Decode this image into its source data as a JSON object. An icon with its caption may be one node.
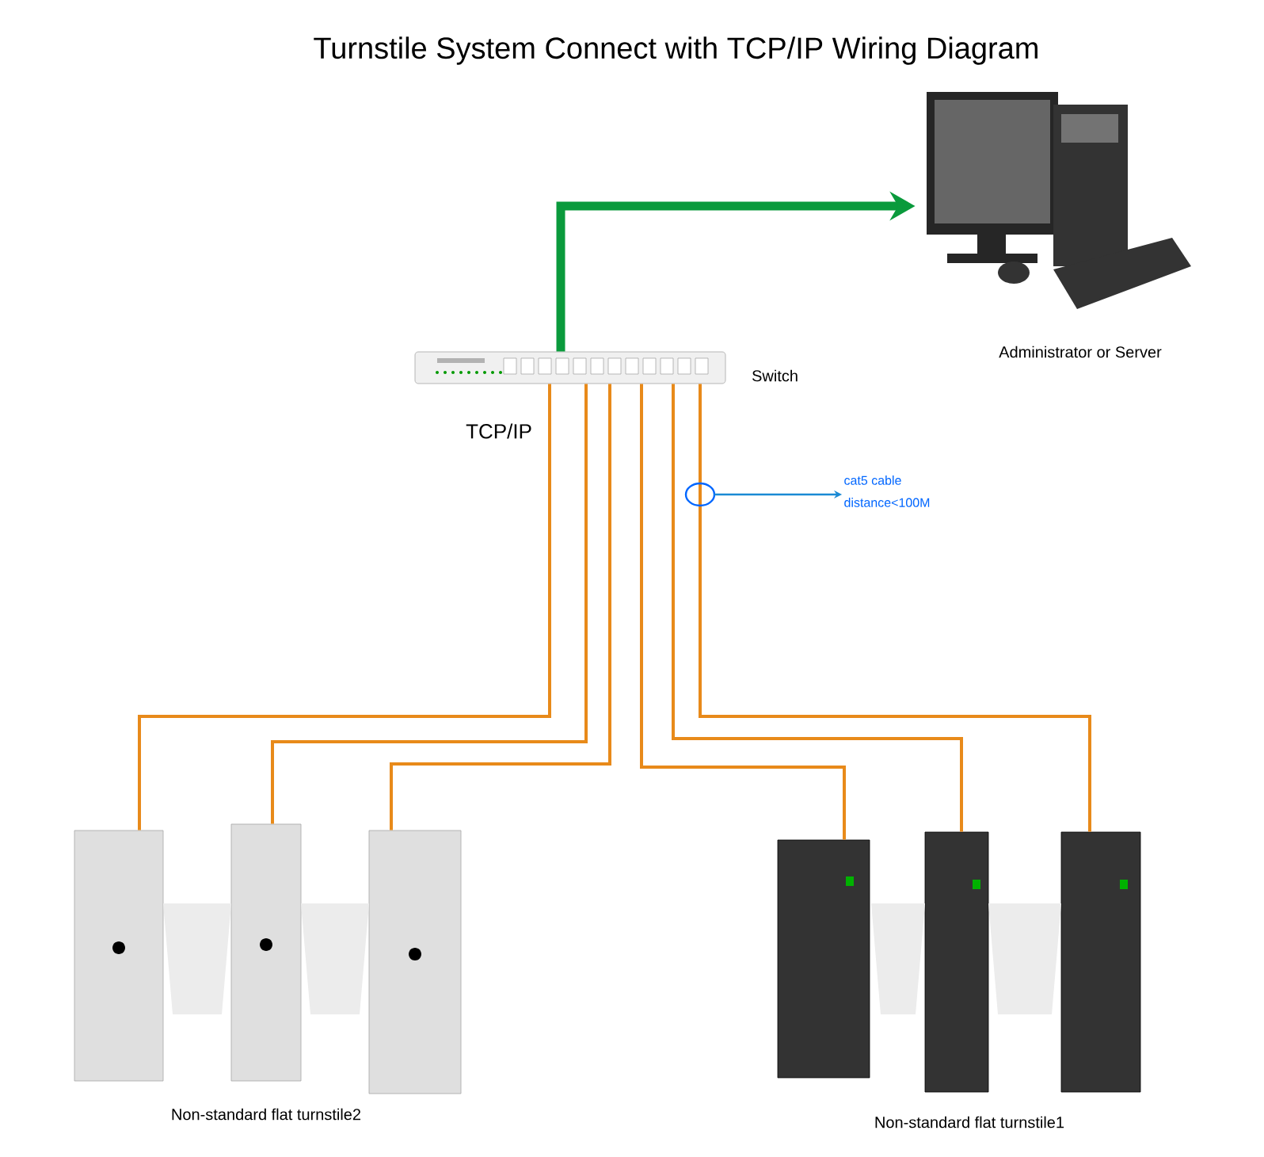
{
  "diagram": {
    "title": "Turnstile System Connect with TCP/IP Wiring Diagram",
    "nodes": [
      {
        "text": [],
        "shape": "picture",
        "beside": [
          "Switch"
        ]
      },
      {
        "text": [],
        "shape": "picture",
        "beside": [
          "Administrator or Server"
        ]
      },
      {
        "text": [],
        "shape": "picture"
      },
      {
        "text": [],
        "shape": "picture"
      },
      {
        "text": [],
        "shape": "picture"
      },
      {
        "text": [],
        "shape": "picture"
      },
      {
        "text": [],
        "shape": "picture"
      },
      {
        "text": [],
        "shape": "picture"
      },
      {
        "text": [
          "cat5 cable",
          "distance<100M"
        ]
      }
    ],
    "edges": [
      {
        "from": 0,
        "to": 1,
        "arrow": "to",
        "style": "thick",
        "color": "#0a9a3c"
      },
      {
        "from": 0,
        "to": 2,
        "arrow": "none"
      },
      {
        "from": 0,
        "to": 3,
        "arrow": "none"
      },
      {
        "from": 0,
        "to": 4,
        "arrow": "none"
      },
      {
        "from": 0,
        "to": 5,
        "arrow": "none"
      },
      {
        "from": 0,
        "to": 6,
        "arrow": "none"
      },
      {
        "from": 0,
        "to": 7,
        "arrow": "none"
      },
      {
        "from": null,
        "to": 8,
        "arrow": "to",
        "color": "#1a8ad4"
      }
    ],
    "labels": [
      "TCP/IP",
      "Non-standard flat turnstile2",
      "Non-standard flat turnstile1"
    ]
  }
}
